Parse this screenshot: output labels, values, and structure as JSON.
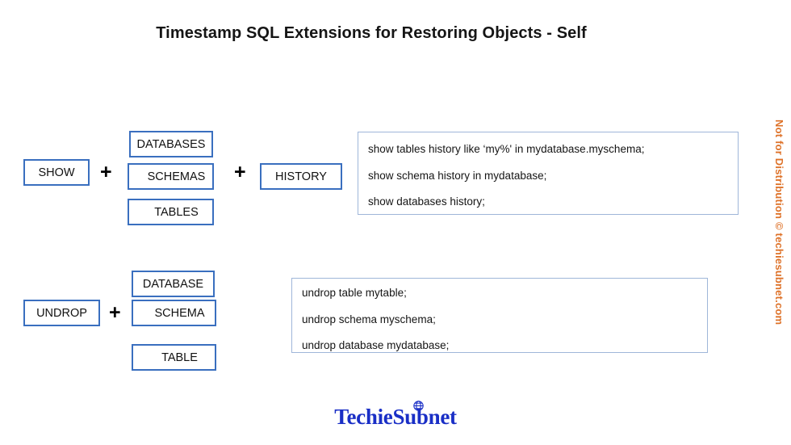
{
  "title": "Timestamp SQL Extensions for Restoring Objects - Self",
  "colors": {
    "box_border": "#3A6FBF",
    "panel_border": "#9FB6D9",
    "watermark": "#DE7229",
    "logo": "#1A2FC6"
  },
  "operators": {
    "plus": "+"
  },
  "rows": [
    {
      "name": "show-history-row",
      "command": "SHOW",
      "objects": [
        "DATABASES",
        "SCHEMAS",
        "TABLES"
      ],
      "modifier": "HISTORY",
      "examples": [
        "show tables history like ‘my%' in mydatabase.myschema;",
        "show schema history in mydatabase;",
        "show databases history;"
      ]
    },
    {
      "name": "undrop-row",
      "command": "UNDROP",
      "objects": [
        "DATABASE",
        "SCHEMA",
        "TABLE"
      ],
      "modifier": null,
      "examples": [
        "undrop table mytable;",
        "undrop schema myschema;",
        "undrop database mydatabase;"
      ]
    }
  ],
  "watermark": "Not for Distribution © techiesubnet.com",
  "logo": {
    "text": "TechieSubnet",
    "icon": "globe-icon"
  }
}
